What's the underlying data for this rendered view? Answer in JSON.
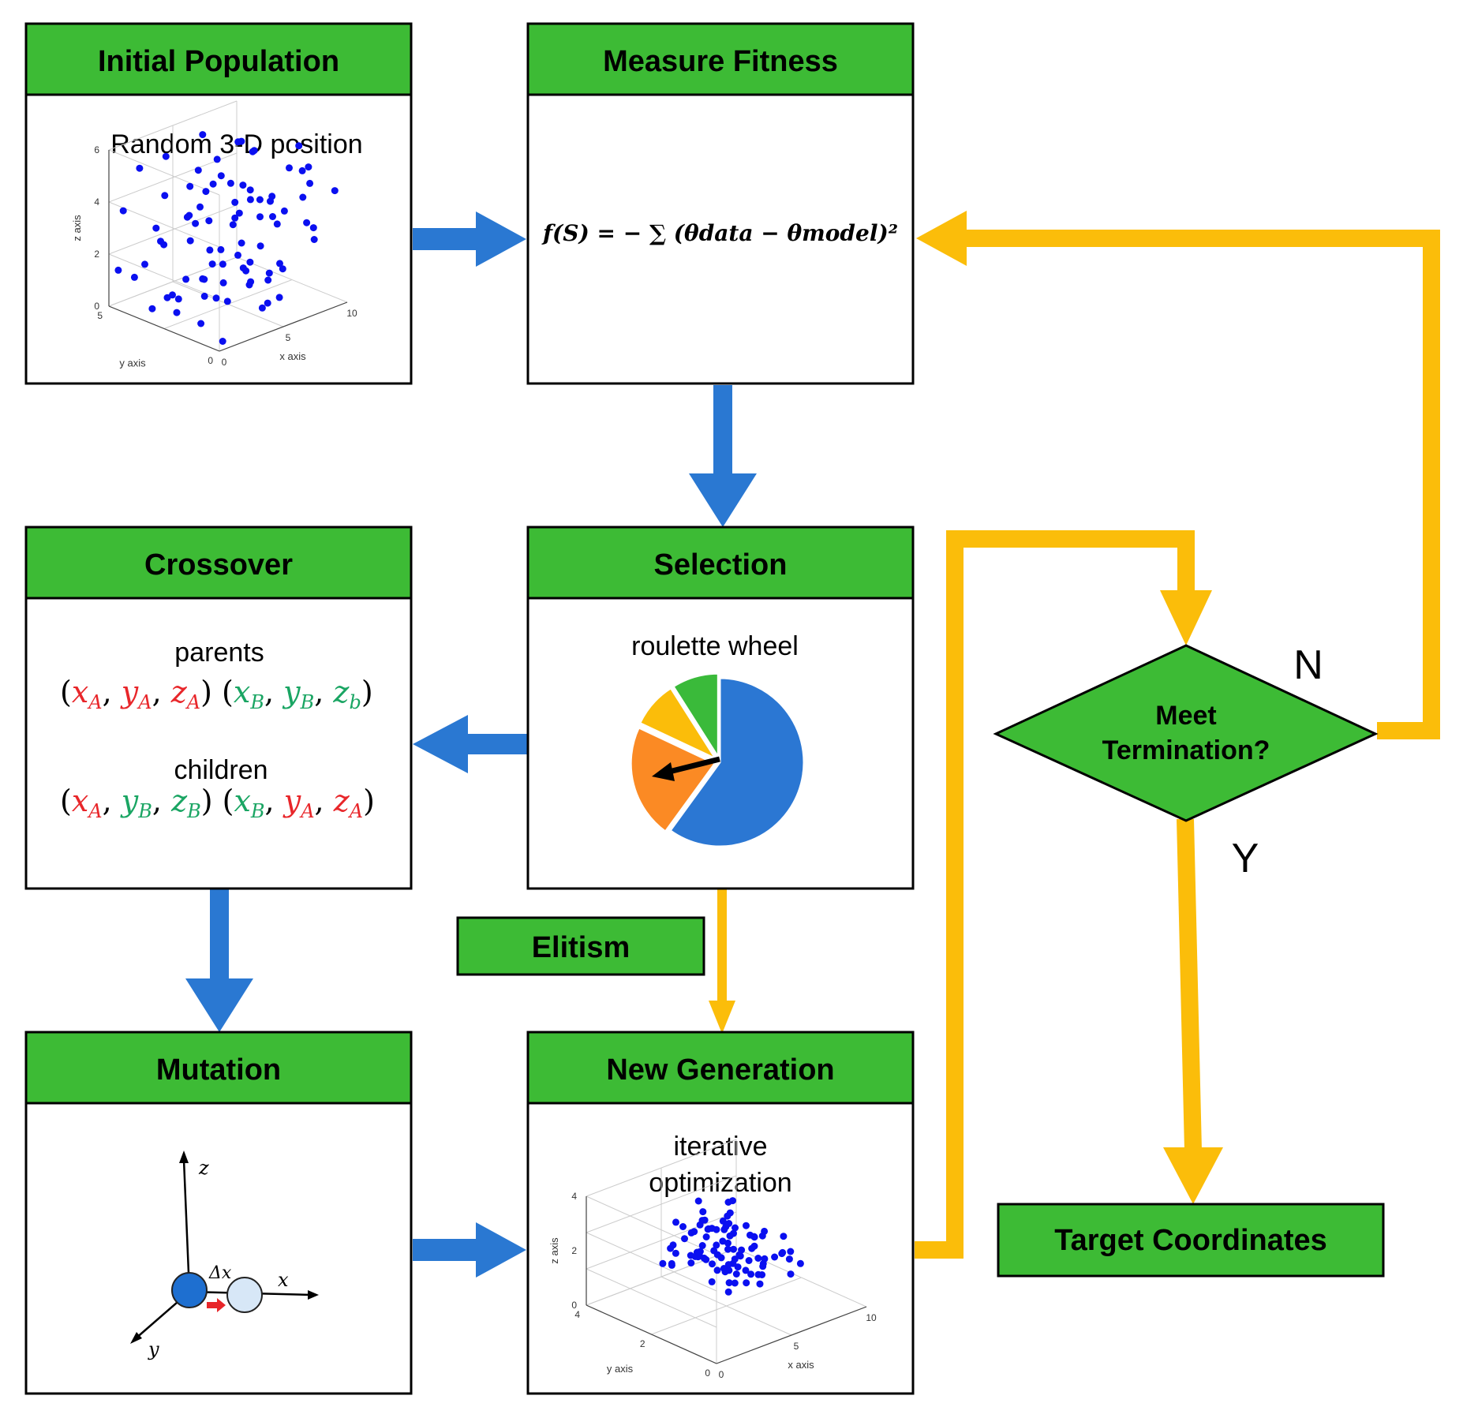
{
  "boxes": {
    "initial_population": {
      "title": "Initial Population",
      "caption": "Random 3-D position"
    },
    "measure_fitness": {
      "title": "Measure Fitness",
      "formula": "f(S) = − ∑ (θdata − θmodel)²"
    },
    "selection": {
      "title": "Selection",
      "caption": "roulette wheel"
    },
    "crossover": {
      "title": "Crossover",
      "parents_label": "parents",
      "children_label": "children"
    },
    "mutation": {
      "title": "Mutation",
      "delta_label": "Δx",
      "axis_x": "x",
      "axis_y": "y",
      "axis_z": "z"
    },
    "new_generation": {
      "title": "New Generation",
      "caption_line1": "iterative",
      "caption_line2": "optimization"
    },
    "elitism": {
      "title": "Elitism"
    },
    "target": {
      "title": "Target Coordinates"
    },
    "decision": {
      "line1": "Meet",
      "line2": "Termination?",
      "no_label": "N",
      "yes_label": "Y"
    }
  },
  "plot1": {
    "zticks": [
      "0",
      "2",
      "4",
      "6"
    ],
    "yticks": [
      "5",
      "0"
    ],
    "xticks": [
      "0",
      "5",
      "10"
    ],
    "zlabel": "z axis",
    "ylabel": "y axis",
    "xlabel": "x axis"
  },
  "plot2": {
    "zticks": [
      "0",
      "2",
      "4"
    ],
    "yticks": [
      "4",
      "2",
      "0"
    ],
    "xticks": [
      "0",
      "5",
      "10"
    ],
    "zlabel": "z axis",
    "ylabel": "y axis",
    "xlabel": "x axis"
  },
  "pie": {
    "values": [
      0.6,
      0.22,
      0.09,
      0.09
    ]
  },
  "colors": {
    "header_green": "#3dbb35",
    "flow_blue": "#2a78d2",
    "loop_yellow": "#fbbd0a",
    "pie_blue": "#2b77d3",
    "pie_orange": "#fb8a24",
    "pie_yellow": "#fbbd0a",
    "pie_green": "#3aba3a",
    "red": "#e8262a",
    "green_text": "#1aa563"
  }
}
